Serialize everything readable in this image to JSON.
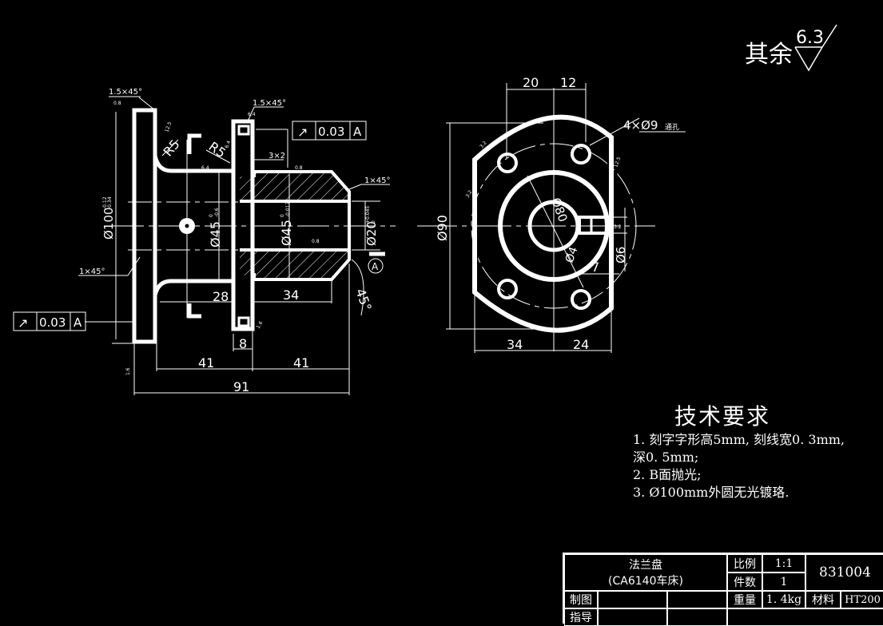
{
  "surface_finish_note": {
    "label": "其余",
    "value": "6.3"
  },
  "side_view": {
    "chamfer_top_left": "1.5×45°",
    "chamfer_top_right": "1.5×45°",
    "chamfer_right": "1×45°",
    "chamfer_left": "1×45°",
    "radius_left": "R5",
    "radius_right": "R5",
    "groove": "3×2",
    "dia_100": "Ø100",
    "dia_100_tol_upper": "-0.12",
    "dia_100_tol_lower": "-0.34",
    "dia_45_left": "Ø45",
    "dia_45_left_tol_upper": "0",
    "dia_45_left_tol_lower": "-0.6",
    "dia_45_mid": "Ø45",
    "dia_45_mid_tol_upper": "0",
    "dia_45_mid_tol_lower": "-0.017",
    "dia_20": "Ø20",
    "dia_20_tol_upper": "+0.045",
    "dia_20_tol_lower": "0",
    "angle": "45°",
    "datum": "A",
    "dim_28": "28",
    "dim_34": "34",
    "dim_8": "8",
    "dim_41_left": "41",
    "dim_41_right": "41",
    "dim_91": "91",
    "roughness": [
      "0.8",
      "6.4",
      "12.5",
      "6.4",
      "6.4",
      "0.8",
      "0.8",
      "1.6",
      "1.6"
    ],
    "runout_top": {
      "symbol": "↗",
      "value": "0.03",
      "datum": "A"
    },
    "runout_left": {
      "symbol": "↗",
      "value": "0.03",
      "datum": "A"
    }
  },
  "front_view": {
    "dim_20": "20",
    "dim_12": "12",
    "holes": "4×Ø9",
    "holes_note": "通孔",
    "dia_90": "Ø90",
    "dia_80": "Ø80",
    "dia_40": "Ø4",
    "dia_6": "Ø6",
    "dim_7": "7",
    "dim_34": "34",
    "dim_24": "24",
    "roughness": [
      "3.2",
      "3.2",
      "3.2",
      "12.5"
    ]
  },
  "technical_requirements": {
    "title": "技术要求",
    "lines": [
      "1. 刻字字形高5mm, 刻线宽0. 3mm,",
      "深0. 5mm;",
      "2. B面抛光;",
      "3. Ø100mm外圆无光镀珞."
    ]
  },
  "title_block": {
    "part_name": "法兰盘",
    "machine": "(CA6140车床)",
    "scale_label": "比例",
    "scale_value": "1:1",
    "qty_label": "件数",
    "qty_value": "1",
    "drawing_no": "831004",
    "drawn_label": "制图",
    "guide_label": "指导",
    "weight_label": "重量",
    "weight_value": "1. 4kg",
    "material_label": "材料",
    "material_value": "HT200"
  }
}
